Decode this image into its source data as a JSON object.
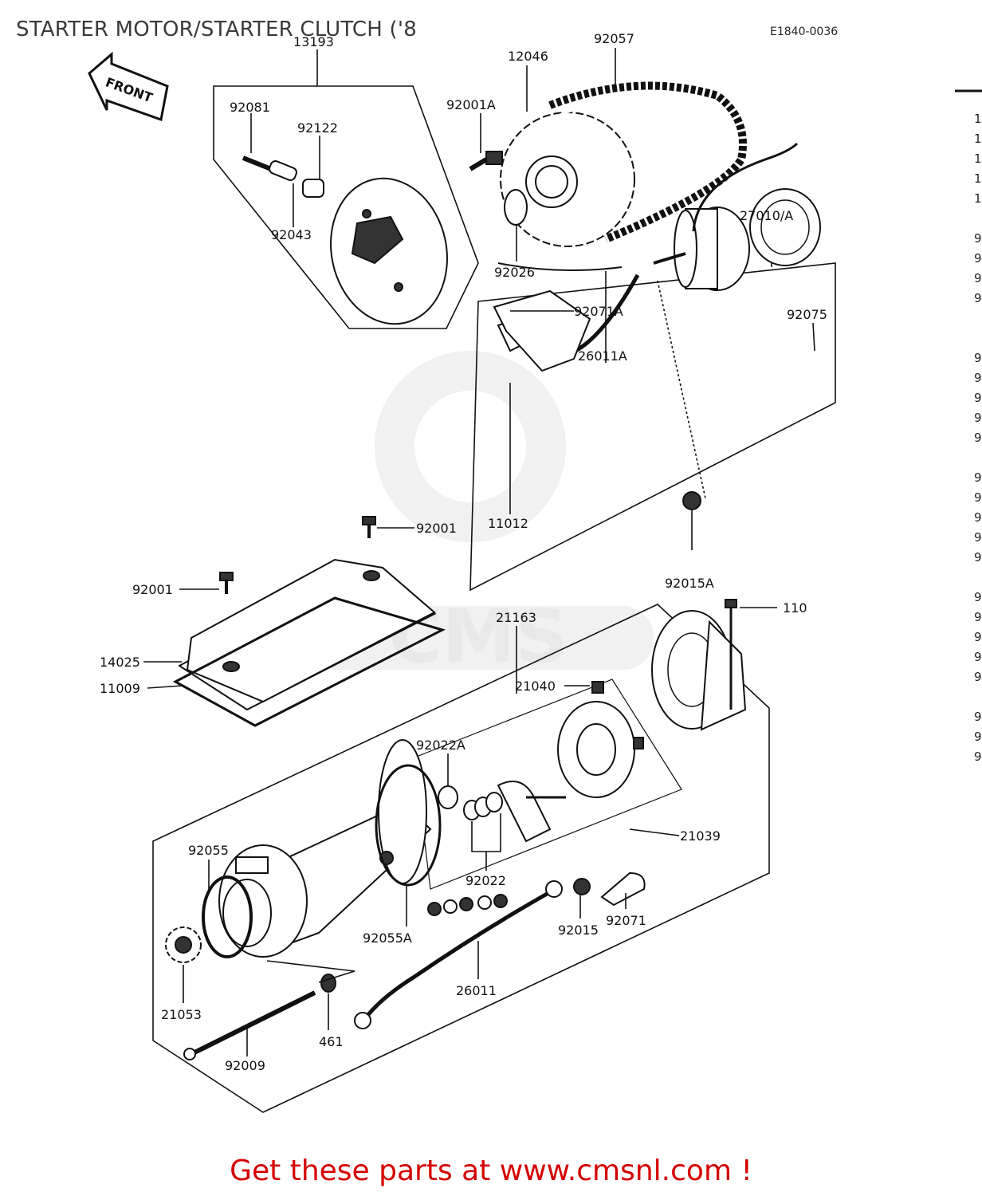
{
  "header": {
    "title": "STARTER MOTOR/STARTER CLUTCH ('8",
    "code": "E1840-0036"
  },
  "footer": {
    "text": "Get these parts at www.cmsnl.com !"
  },
  "arrow": {
    "label": "FRONT"
  },
  "labels": {
    "p13193": "13193",
    "p92081": "92081",
    "p92122": "92122",
    "p92043": "92043",
    "p12046": "12046",
    "p92057": "92057",
    "p92001A": "92001A",
    "p92026": "92026",
    "p27010A": "27010/A",
    "p92071A": "92071A",
    "p92075": "92075",
    "p26011A": "26011A",
    "p11012": "11012",
    "p92001a": "92001",
    "p92001b": "92001",
    "p92015A": "92015A",
    "p110": "110",
    "p21163": "21163",
    "p14025": "14025",
    "p11009": "11009",
    "p21040": "21040",
    "p92022A": "92022A",
    "p21039": "21039",
    "p92055": "92055",
    "p92022": "92022",
    "p92055A": "92055A",
    "p92015": "92015",
    "p92071": "92071",
    "p26011": "26011",
    "p21053": "21053",
    "p461": "461",
    "p92009": "92009"
  },
  "watermark": {
    "text": "CMS"
  },
  "edge_glyphs": [
    "1",
    "1",
    "1",
    "1",
    "1",
    "9",
    "9",
    "9",
    "9",
    "9",
    "9",
    "9",
    "9",
    "9",
    "9",
    "9",
    "9",
    "9",
    "9",
    "9",
    "9",
    "9",
    "9",
    "9",
    "9",
    "9",
    "9"
  ]
}
